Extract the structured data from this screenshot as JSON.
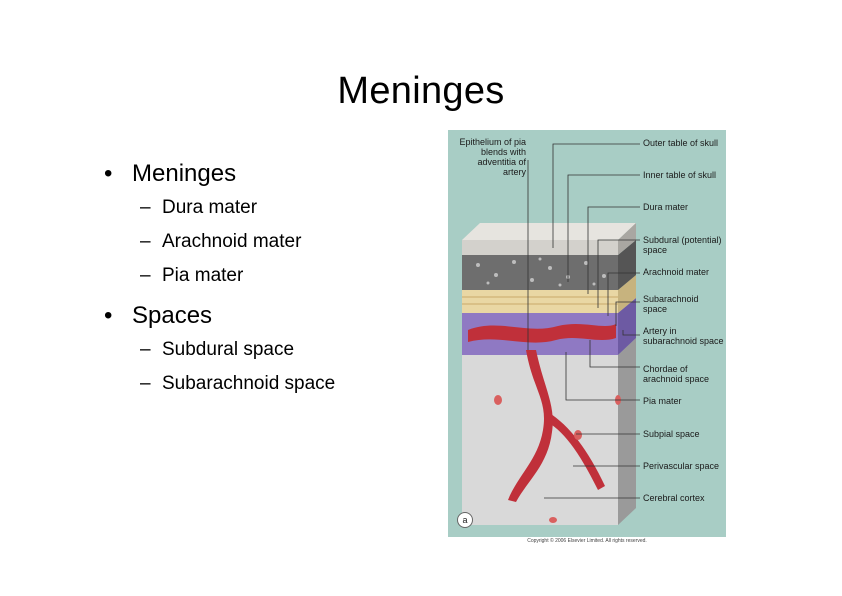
{
  "slide": {
    "title": "Meninges",
    "bullets": [
      {
        "text": "Meninges",
        "sub": [
          "Dura mater",
          "Arachnoid mater",
          "Pia mater"
        ]
      },
      {
        "text": "Spaces",
        "sub": [
          "Subdural space",
          "Subarachnoid space"
        ]
      }
    ]
  },
  "figure": {
    "top_left_label": "Epithelium of pia blends with adventitia of artery",
    "labels": [
      "Outer table of skull",
      "Inner table of skull",
      "Dura mater",
      "Subdural (potential) space",
      "Arachnoid mater",
      "Subarachnoid space",
      "Artery in subarachnoid space",
      "Chordae of arachnoid space",
      "Pia mater",
      "Subpial space",
      "Perivascular space",
      "Cerebral cortex"
    ],
    "panel_letter": "a",
    "copyright": "Copyright © 2006 Elsevier Limited. All rights reserved.",
    "colors": {
      "background": "#a8cdc5",
      "bone": "#d7d3cc",
      "dura": "#e8d9b0",
      "arachnoid": "#8f79c3",
      "artery": "#c0303a",
      "cortex": "#d6d6d6"
    }
  }
}
